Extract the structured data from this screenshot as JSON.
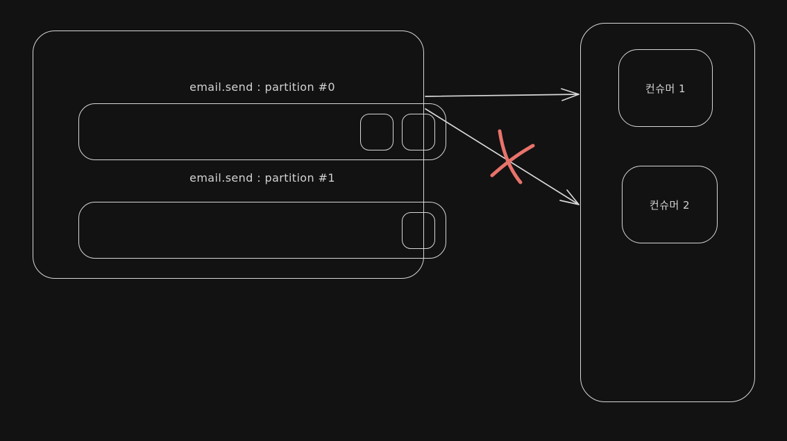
{
  "canvas": {
    "colors": {
      "background": "#121212",
      "stroke": "#d9d9d9",
      "text": "#d3d3d3",
      "cross": "#e8736b"
    }
  },
  "topic": {
    "partitions": [
      {
        "label": "email.send : partition #0",
        "messages": 2
      },
      {
        "label": "email.send : partition #1",
        "messages": 1
      }
    ]
  },
  "consumer_group": {
    "consumers": [
      {
        "label": "컨슈머 1"
      },
      {
        "label": "컨슈머 2"
      }
    ]
  },
  "connections": [
    {
      "from": "email.send : partition #0",
      "to": "컨슈머 1",
      "status": "allowed"
    },
    {
      "from": "email.send : partition #0",
      "to": "컨슈머 2",
      "status": "crossed-out"
    }
  ]
}
